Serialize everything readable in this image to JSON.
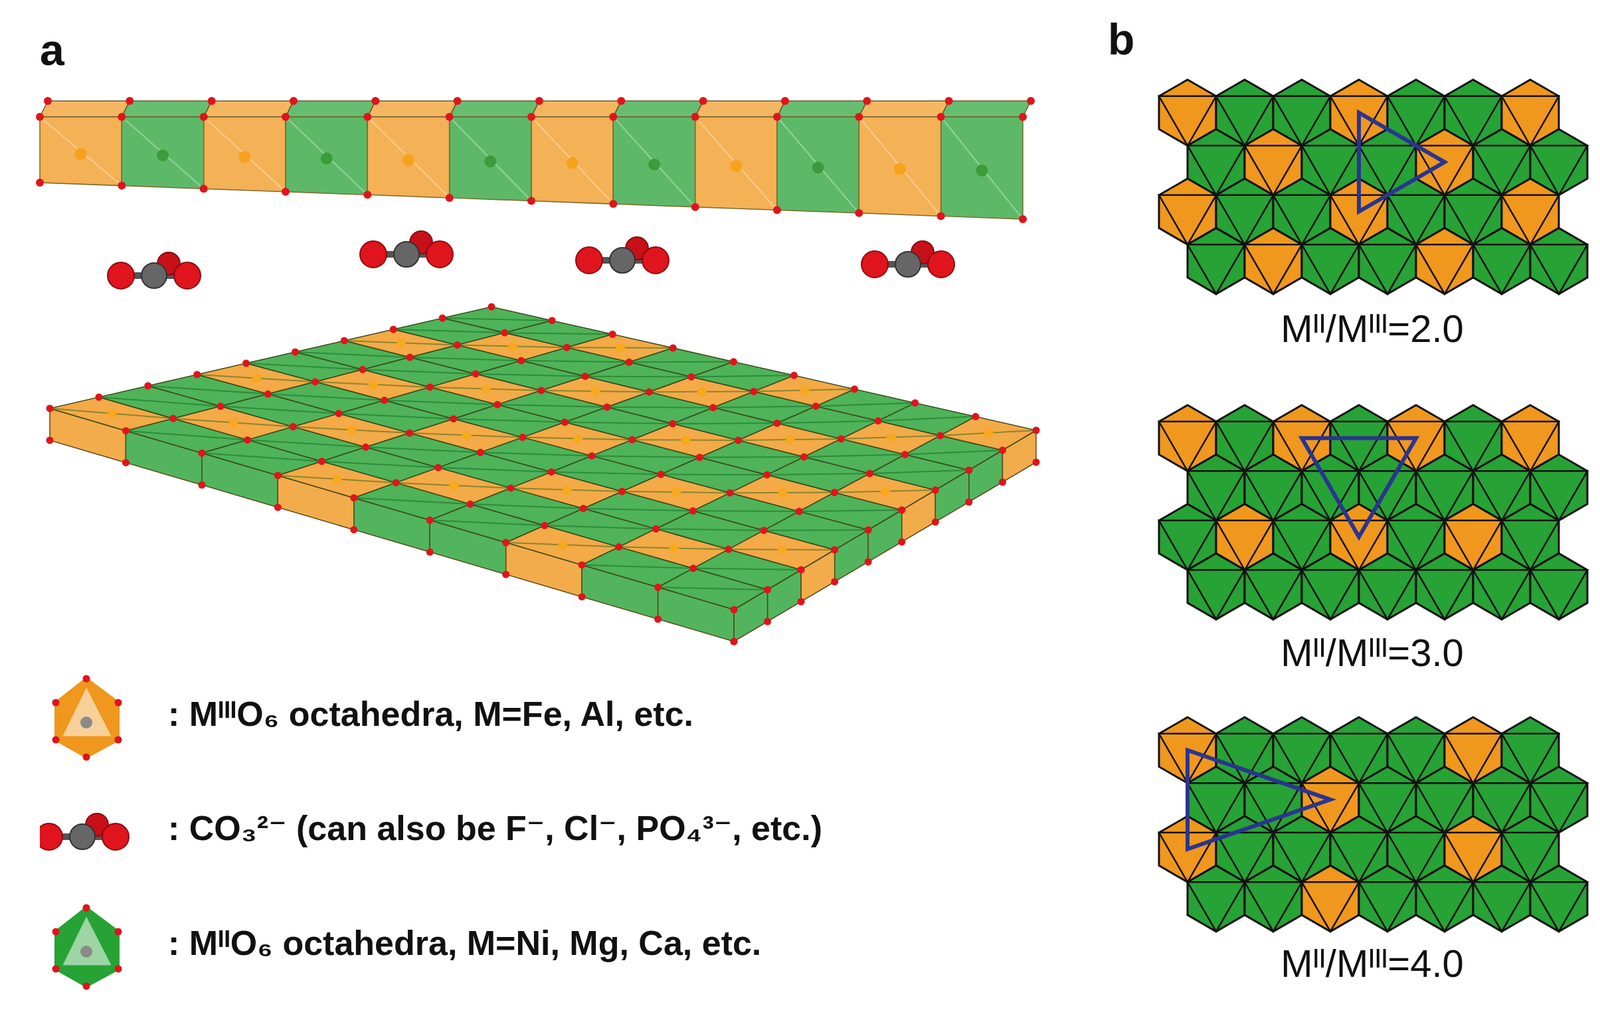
{
  "diagram": {
    "labels": [
      "a",
      "b",
      "Mᴵᴵ/Mᴵᴵᴵ=2.0",
      "Mᴵᴵ/Mᴵᴵᴵ=3.0",
      "Mᴵᴵ/Mᴵᴵᴵ=4.0"
    ],
    "legend": [
      {
        "text": ": MᴵᴵᴵO₆ octahedra, M=Fe, Al, etc.",
        "color": "#f0971e"
      },
      {
        "text": ": CO₃²⁻ (can also be F⁻, Cl⁻, PO₄³⁻, etc.)"
      },
      {
        "text": ": MᴵᴵO₆ octahedra, M=Ni, Mg, Ca, etc.",
        "color": "#27a235"
      }
    ]
  }
}
